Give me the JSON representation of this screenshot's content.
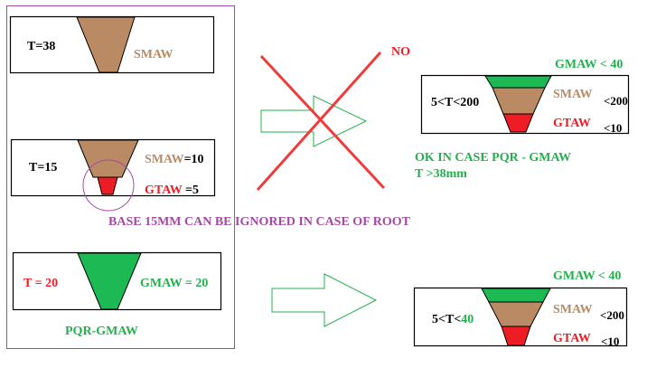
{
  "colors": {
    "brown": "#b98a63",
    "red": "#ee1c24",
    "green": "#1db954",
    "green_text": "#22b14c",
    "purple": "#a349a4",
    "cross_red": "#ee3b3b",
    "arrow_green": "#22b14c",
    "black": "#000000"
  },
  "diagrams": {
    "weld_t38": {
      "thickness_label": "T=38",
      "process_label": "SMAW"
    },
    "weld_t15": {
      "thickness_label": "T=15",
      "smaw_label": "SMAW",
      "smaw_value": "=10",
      "gtaw_label": "GTAW",
      "gtaw_value": " =5"
    },
    "weld_t20": {
      "thickness_label": "T = 20",
      "process_label": "GMAW = 20"
    },
    "pqr_label": "PQR-GMAW",
    "base_note": "BASE 15MM CAN BE IGNORED IN CASE OF ROOT",
    "no_label": "NO",
    "ok_note_line1": "OK IN CASE PQR - GMAW",
    "ok_note_line2": "T >38mm",
    "weld_top_right": {
      "gmaw_label": "GMAW < 40",
      "range_label": "5<T<200",
      "smaw_label": "SMAW",
      "smaw_limit": "<200",
      "gtaw_label": "GTAW",
      "gtaw_limit": "<10"
    },
    "weld_bottom_right": {
      "gmaw_label": "GMAW < 40",
      "range_prefix": "5<T<",
      "range_value": "40",
      "smaw_label": "SMAW",
      "smaw_limit": "<200",
      "gtaw_label": "GTAW",
      "gtaw_limit": "<10"
    }
  }
}
